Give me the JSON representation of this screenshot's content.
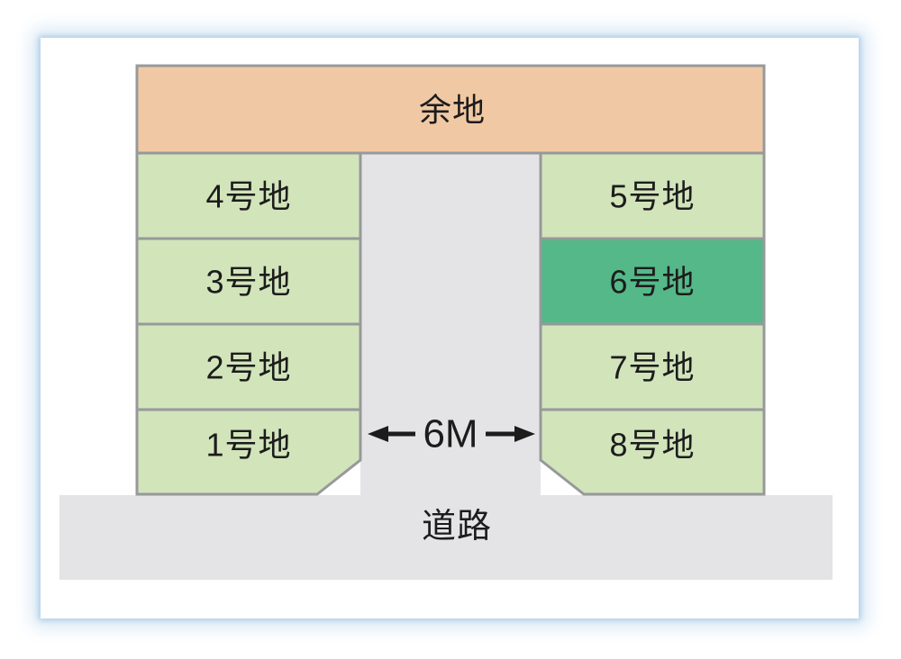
{
  "diagram": {
    "vacant": {
      "label": "余地"
    },
    "plots": [
      {
        "id": "1",
        "label": "1号地",
        "highlighted": false
      },
      {
        "id": "2",
        "label": "2号地",
        "highlighted": false
      },
      {
        "id": "3",
        "label": "3号地",
        "highlighted": false
      },
      {
        "id": "4",
        "label": "4号地",
        "highlighted": false
      },
      {
        "id": "5",
        "label": "5号地",
        "highlighted": false
      },
      {
        "id": "6",
        "label": "6号地",
        "highlighted": true
      },
      {
        "id": "7",
        "label": "7号地",
        "highlighted": false
      },
      {
        "id": "8",
        "label": "8号地",
        "highlighted": false
      }
    ],
    "road": {
      "label": "道路"
    },
    "road_width": {
      "label": "6M"
    },
    "colors": {
      "plot_green": "#d2e4ba",
      "highlight_green": "#54b889",
      "vacant_peach": "#f0c9a4",
      "road_gray": "#e4e4e6",
      "border_gray": "#97999b",
      "frame_blue": "#aecde9",
      "text": "#1c1c1c"
    }
  }
}
